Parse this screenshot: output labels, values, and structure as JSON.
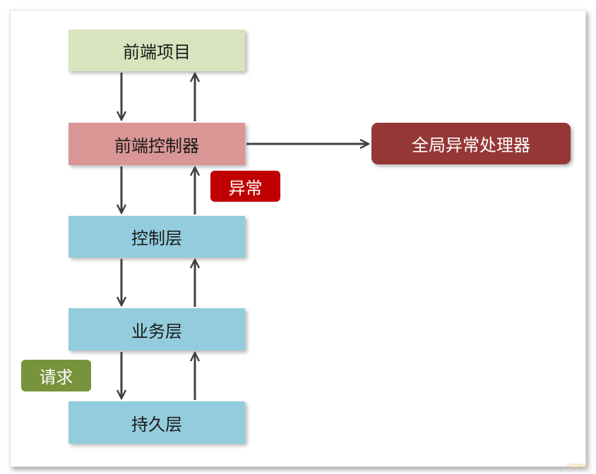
{
  "nodes": {
    "frontend_project": "前端项目",
    "frontend_controller": "前端控制器",
    "controller_layer": "控制层",
    "service_layer": "业务层",
    "persistence_layer": "持久层",
    "global_exception_handler": "全局异常处理器"
  },
  "labels": {
    "exception": "异常",
    "request": "请求"
  },
  "watermark": "yzseo!",
  "colors": {
    "frontend_project": "#d7e4bd",
    "frontend_controller": "#d99694",
    "layer": "#93cddd",
    "global_handler": "#953735",
    "exception_label": "#c00000",
    "request_label": "#77933c",
    "arrow": "#404040"
  }
}
